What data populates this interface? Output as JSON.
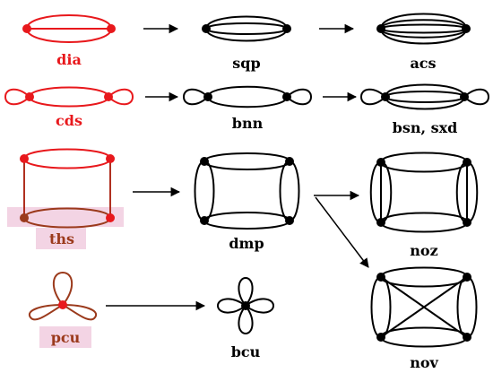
{
  "colors": {
    "red": "#e8181c",
    "brown": "#9b3a1c",
    "black": "#000000",
    "highlight": "#f3d4e4"
  },
  "rows": [
    {
      "source": "dia",
      "steps": [
        "sqp",
        "acs"
      ]
    },
    {
      "source": "cds",
      "steps": [
        "bnn",
        "bsn, sxd"
      ]
    },
    {
      "source": "ths",
      "steps": [
        "dmp",
        "noz",
        "nov"
      ]
    },
    {
      "source": "pcu",
      "steps": [
        "bcu"
      ]
    }
  ],
  "labels": {
    "dia": "dia",
    "sqp": "sqp",
    "acs": "acs",
    "cds": "cds",
    "bnn": "bnn",
    "bsn_sxd": "bsn, sxd",
    "ths": "ths",
    "dmp": "dmp",
    "noz": "noz",
    "nov": "nov",
    "pcu": "pcu",
    "bcu": "bcu"
  }
}
